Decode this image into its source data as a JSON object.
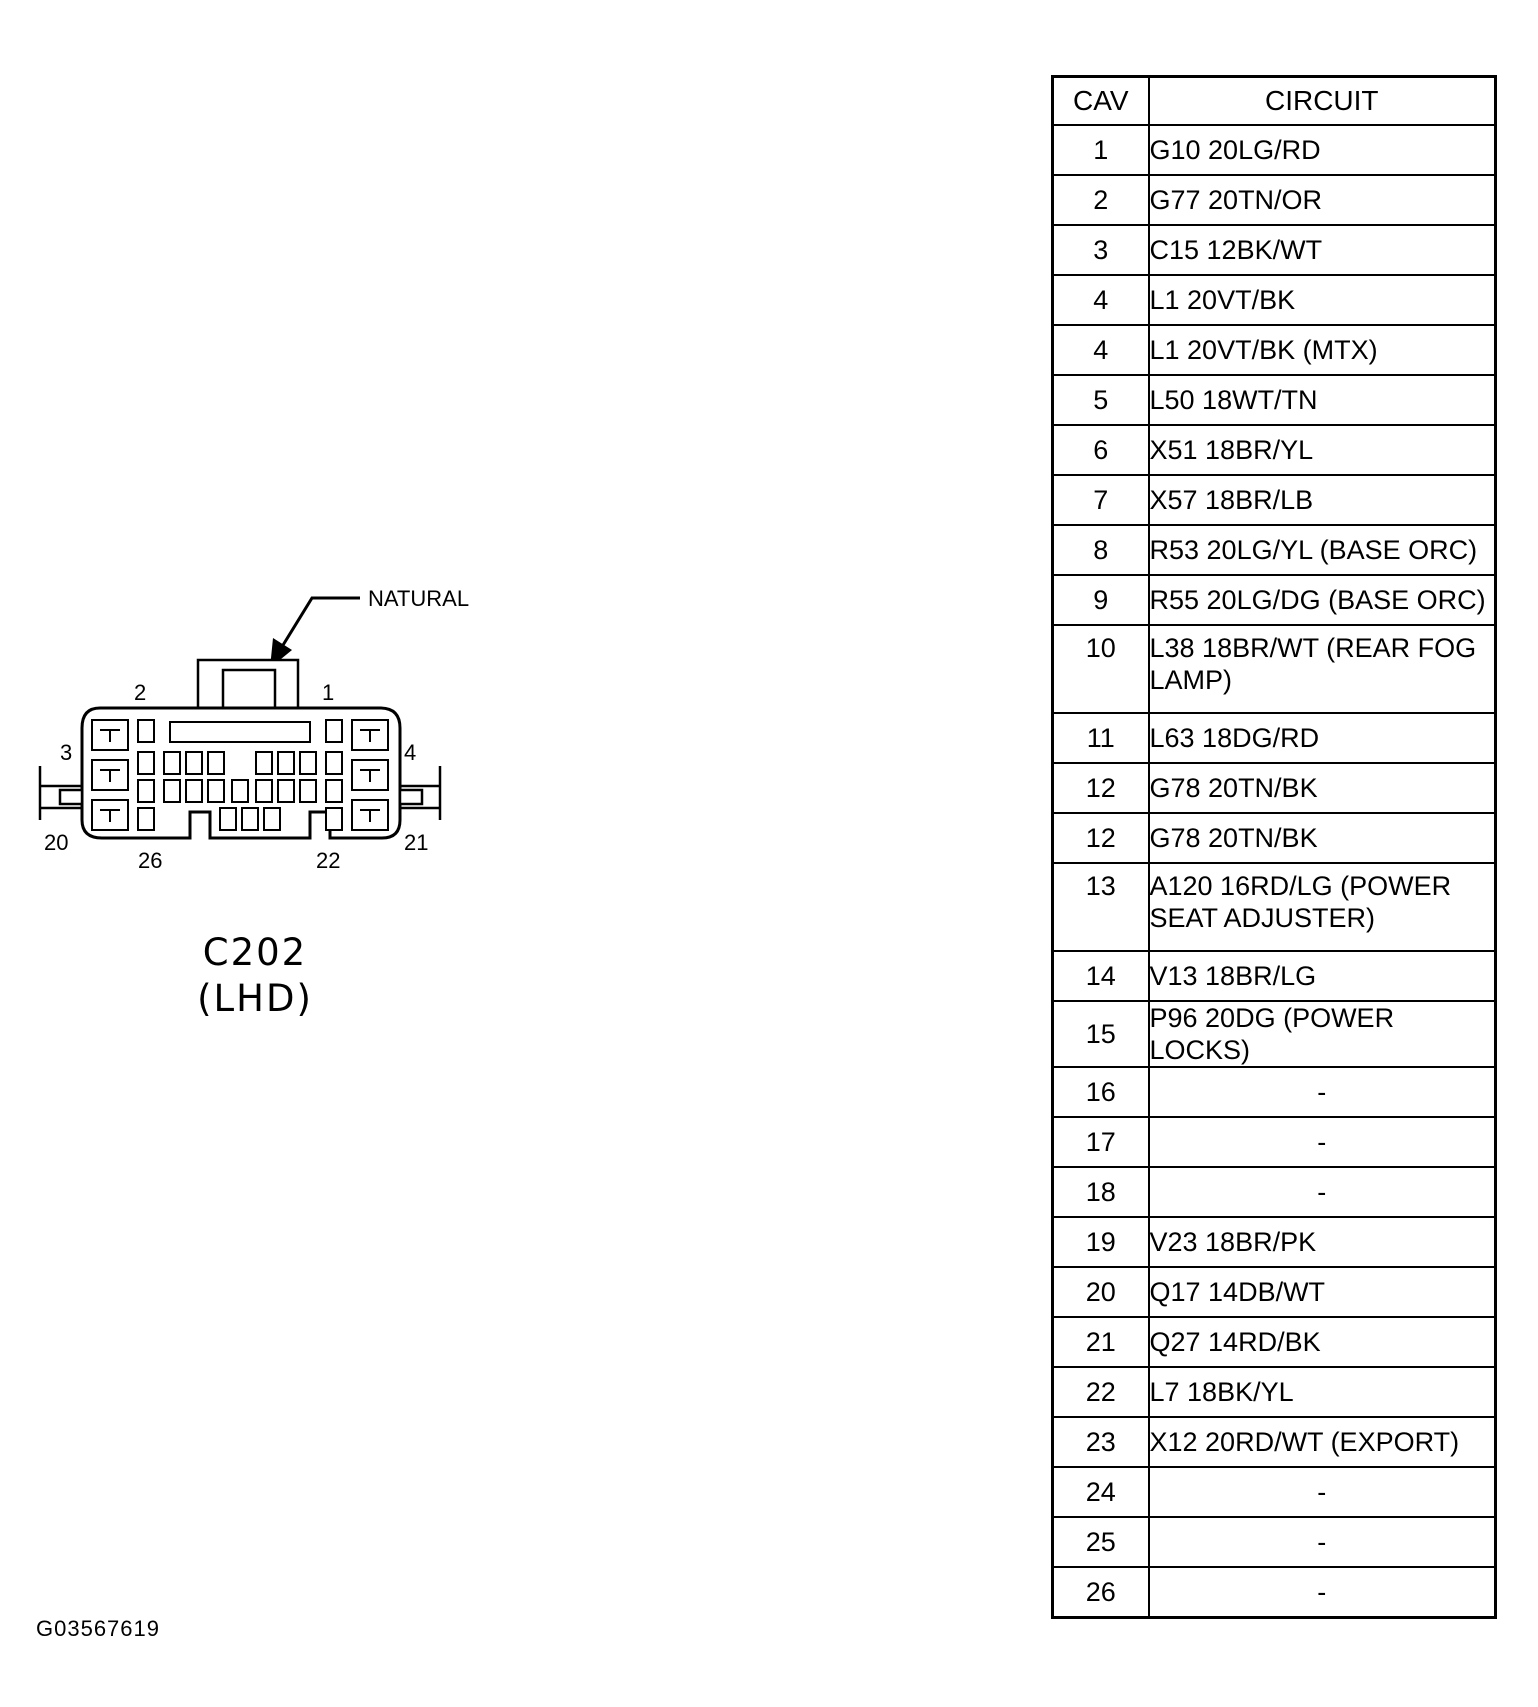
{
  "connector": {
    "name": "C202",
    "variant": "(LHD)",
    "color_callout": "NATURAL",
    "pin_labels": {
      "p1": "1",
      "p2": "2",
      "p3": "3",
      "p4": "4",
      "p20": "20",
      "p21": "21",
      "p22": "22",
      "p26": "26"
    }
  },
  "table": {
    "headers": {
      "cav": "CAV",
      "circuit": "CIRCUIT"
    },
    "rows": [
      {
        "cav": "1",
        "circuit": "G10 20LG/RD"
      },
      {
        "cav": "2",
        "circuit": "G77 20TN/OR"
      },
      {
        "cav": "3",
        "circuit": "C15 12BK/WT"
      },
      {
        "cav": "4",
        "circuit": "L1 20VT/BK"
      },
      {
        "cav": "4",
        "circuit": "L1 20VT/BK (MTX)"
      },
      {
        "cav": "5",
        "circuit": "L50 18WT/TN"
      },
      {
        "cav": "6",
        "circuit": "X51 18BR/YL"
      },
      {
        "cav": "7",
        "circuit": "X57 18BR/LB"
      },
      {
        "cav": "8",
        "circuit": "R53 20LG/YL (BASE ORC)"
      },
      {
        "cav": "9",
        "circuit": "R55 20LG/DG (BASE ORC)"
      },
      {
        "cav": "10",
        "circuit": "L38 18BR/WT (REAR FOG LAMP)"
      },
      {
        "cav": "11",
        "circuit": "L63 18DG/RD"
      },
      {
        "cav": "12",
        "circuit": "G78 20TN/BK"
      },
      {
        "cav": "12",
        "circuit": "G78 20TN/BK"
      },
      {
        "cav": "13",
        "circuit": "A120 16RD/LG (POWER SEAT ADJUSTER)"
      },
      {
        "cav": "14",
        "circuit": "V13 18BR/LG"
      },
      {
        "cav": "15",
        "circuit": "P96 20DG (POWER LOCKS)"
      },
      {
        "cav": "16",
        "circuit": "-"
      },
      {
        "cav": "17",
        "circuit": "-"
      },
      {
        "cav": "18",
        "circuit": "-"
      },
      {
        "cav": "19",
        "circuit": "V23 18BR/PK"
      },
      {
        "cav": "20",
        "circuit": "Q17 14DB/WT"
      },
      {
        "cav": "21",
        "circuit": "Q27 14RD/BK"
      },
      {
        "cav": "22",
        "circuit": "L7 18BK/YL"
      },
      {
        "cav": "23",
        "circuit": "X12 20RD/WT (EXPORT)"
      },
      {
        "cav": "24",
        "circuit": "-"
      },
      {
        "cav": "25",
        "circuit": "-"
      },
      {
        "cav": "26",
        "circuit": "-"
      }
    ]
  },
  "figure_id": "G03567619"
}
